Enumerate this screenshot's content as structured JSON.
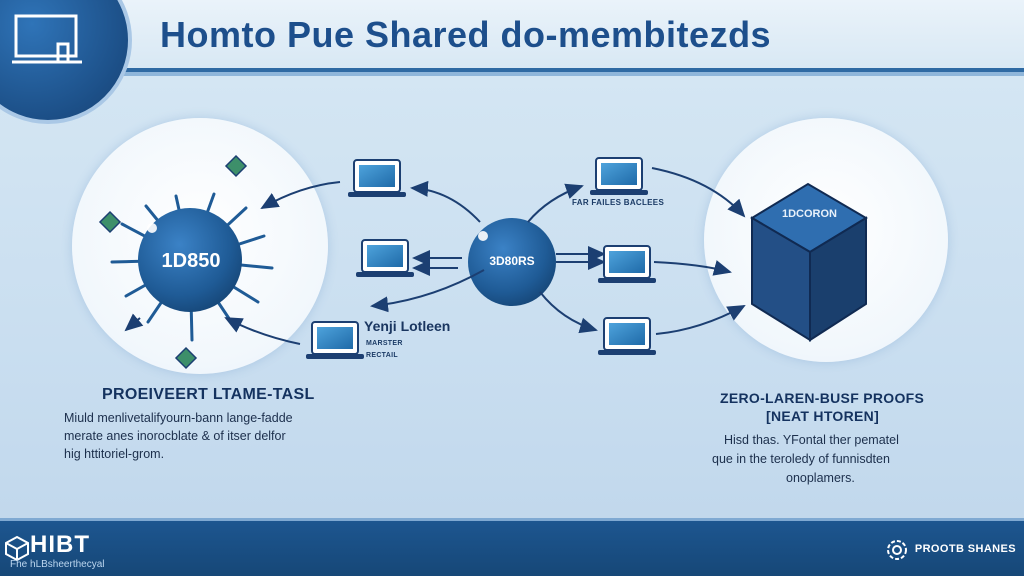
{
  "header": {
    "title": "Homto Pue Shared do-membitezds"
  },
  "left_node": {
    "label": "1D850",
    "heading": "PROEIVEERT LTAME-TASL",
    "body": [
      "Miuld menlivetalifyourn-bann lange-fadde",
      "merate anes inorocblate & of itser delfor",
      "hig httitoriel-grom."
    ]
  },
  "center_node": {
    "label": "3D80RS",
    "caption_title": "Yenji Lotleen",
    "caption_sub1": "MARSTER",
    "caption_sub2": "RECTAIL",
    "top_right_label": "FAR FAILES BACLEES"
  },
  "right_node": {
    "cube_label": "1DCORON",
    "heading": "ZERO-LAREN-BUSF PROOFS",
    "sub_heading": "[NEAT HTOREN]",
    "body": [
      "Hisd thas. YFontal ther pematel",
      "que in the teroledy of funnisdten",
      "onoplamers."
    ]
  },
  "footer": {
    "brand": "HIBT",
    "tagline": "Fhe hLBsheerthecyal",
    "right_label": "PROOTB SHANES"
  },
  "colors": {
    "primary": "#1d4f8c",
    "node": "#1f5b96",
    "cube": "#2b62a0",
    "arrow": "#1c3f72",
    "footer": "#1d5690"
  }
}
